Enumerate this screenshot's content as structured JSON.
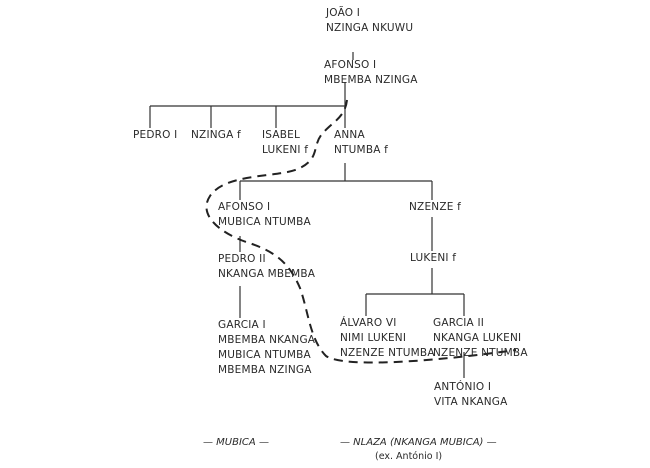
{
  "nodes": {
    "joao": [
      "JOÃO I",
      "NZINGA NKUWU"
    ],
    "afonso_top": [
      "AFONSO I",
      "MBEMBA NZINGA"
    ],
    "pedro1": [
      "PEDRO I"
    ],
    "nzinga": [
      "NZINGA f"
    ],
    "isabel": [
      "ISABEL",
      "LUKENI f"
    ],
    "anna": [
      "ANNA",
      "NTUMBA f"
    ],
    "afonso_mubica": [
      "AFONSO I",
      "MUBICA NTUMBA"
    ],
    "nzenze": [
      "NZENZE f"
    ],
    "pedro2": [
      "PEDRO II",
      "NKANGA MBEMBA"
    ],
    "lukeni": [
      "LUKENI f"
    ],
    "garcia1": [
      "GARCIA I",
      "MBEMBA NKANGA",
      "MUBICA NTUMBA",
      "MBEMBA NZINGA"
    ],
    "alvaro": [
      "ÁLVARO VI",
      "NIMI LUKENI",
      "NZENZE NTUMBA"
    ],
    "garcia2": [
      "GARCIA II",
      "NKANGA LUKENI",
      "NZENZE NTUMBA"
    ],
    "antonio": [
      "ANTÓNIO I",
      "VITA NKANGA"
    ]
  },
  "legend": {
    "mubica": "— MUBICA —",
    "nlaza": "— NLAZA (NKANGA MUBICA) —",
    "nlaza_note": "(ex. António I)"
  }
}
